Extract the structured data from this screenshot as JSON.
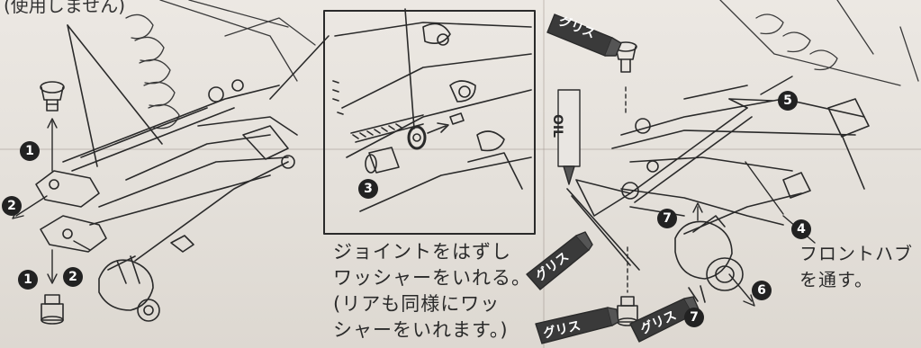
{
  "top_note": "(使用しません)",
  "markers": {
    "m1": "1",
    "m2": "2",
    "m3": "3",
    "m4": "4",
    "m5": "5",
    "m6": "6",
    "m7": "7"
  },
  "inset_caption": {
    "line1": "ジョイントをはずし",
    "line2": "ワッシャーをいれる。",
    "line3": "(リアも同様にワッ",
    "line4": "シャーをいれます。)"
  },
  "hub_caption": {
    "line1": "フロントハブ",
    "line2": "を通す。"
  },
  "tube_labels": {
    "grease": "グリス",
    "oil": "OIL"
  }
}
